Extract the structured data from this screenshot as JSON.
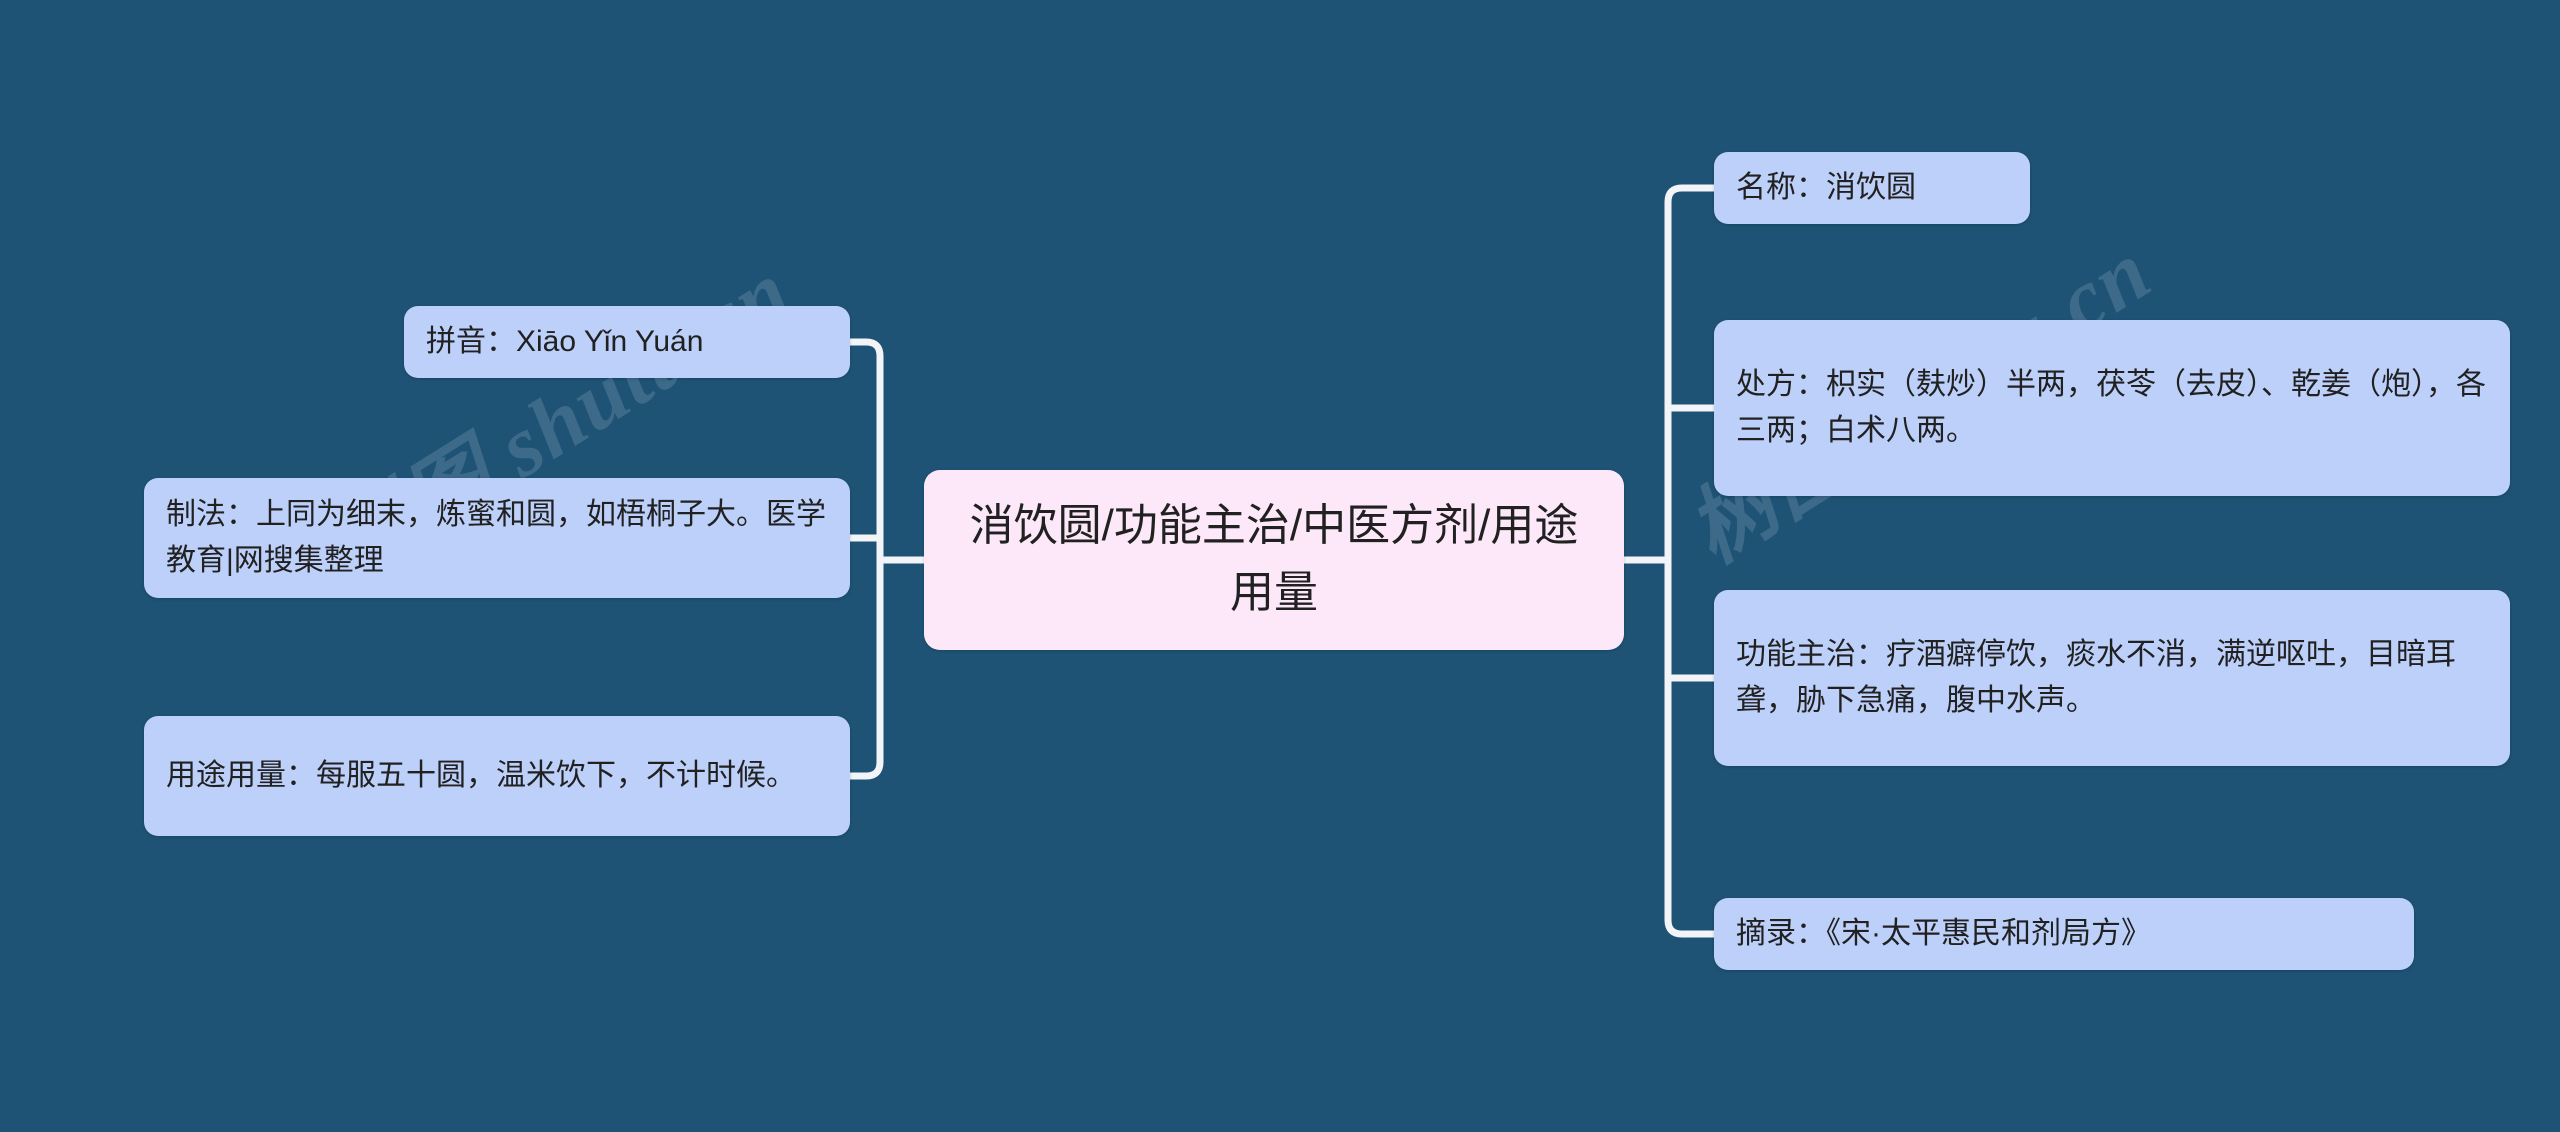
{
  "background_color": "#1e5375",
  "node_color": "#bdd0fa",
  "center_node_color": "#fce8f8",
  "connector_color": "#f2f4f7",
  "text_color": "#212121",
  "watermark": {
    "text": "树图 shutu.cn"
  },
  "center": {
    "label": "消饮圆/功能主治/中医方剂/用途用量"
  },
  "left_branches": [
    {
      "id": "pinyin",
      "label": "拼音：Xiāo Yǐn Yuán"
    },
    {
      "id": "zhifa",
      "label": "制法：上同为细末，炼蜜和圆，如梧桐子大。医学教育|网搜集整理"
    },
    {
      "id": "yongtu",
      "label": "用途用量：每服五十圆，温米饮下，不计时候。"
    }
  ],
  "right_branches": [
    {
      "id": "mingcheng",
      "label": "名称：消饮圆"
    },
    {
      "id": "chufang",
      "label": "处方：枳实（麸炒）半两，茯苓（去皮）、乾姜（炮），各三两；白术八两。"
    },
    {
      "id": "gongneng",
      "label": "功能主治：疗酒癖停饮，痰水不消，满逆呕吐，目暗耳聋，胁下急痛，腹中水声。"
    },
    {
      "id": "zhailu",
      "label": "摘录：《宋·太平惠民和剂局方》"
    }
  ]
}
